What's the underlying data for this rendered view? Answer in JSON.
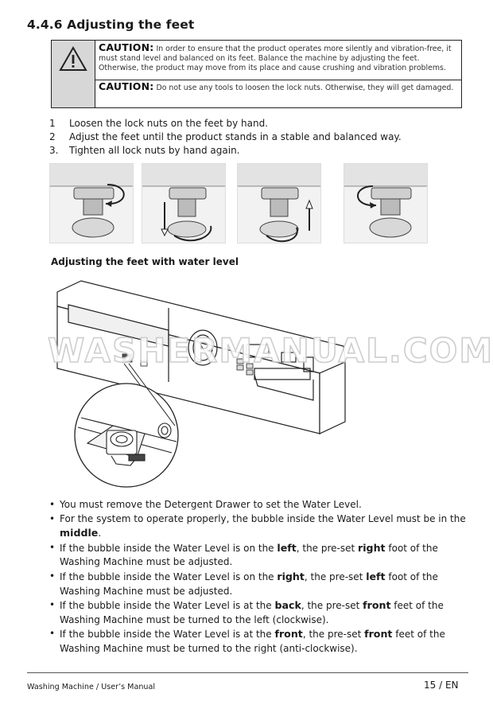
{
  "section_title": "4.4.6 Adjusting the feet",
  "cautions": [
    {
      "keyword": "CAUTION:",
      "text": "In order to ensure that the product operates more silently and vibration-free, it must stand level and balanced on its feet. Balance the machine by adjusting the feet. Otherwise, the product may move from its place and cause crushing and vibration problems."
    },
    {
      "keyword": "CAUTION:",
      "text": "Do not use any tools to loosen the lock nuts. Otherwise, they will get damaged."
    }
  ],
  "steps": [
    {
      "num": "1",
      "text": "Loosen the lock nuts on the feet by hand."
    },
    {
      "num": "2",
      "text": "Adjust the feet until the product stands in a stable and balanced way."
    },
    {
      "num": "3.",
      "text": "Tighten all lock nuts by hand again."
    }
  ],
  "subheading": "Adjusting the feet with water level",
  "watermark": "WASHERMANUAL.COM",
  "bullets": [
    [
      {
        "t": "You must remove the Detergent Drawer to set the Water Level."
      }
    ],
    [
      {
        "t": "For the system to operate properly, the bubble inside the Water Level must be in the "
      },
      {
        "t": "middle",
        "b": true
      },
      {
        "t": "."
      }
    ],
    [
      {
        "t": "If the bubble inside the Water Level is on the "
      },
      {
        "t": "left",
        "b": true
      },
      {
        "t": ", the pre-set "
      },
      {
        "t": "right",
        "b": true
      },
      {
        "t": " foot of the Washing Machine must be adjusted."
      }
    ],
    [
      {
        "t": "If the bubble inside the Water Level is on the "
      },
      {
        "t": "right",
        "b": true
      },
      {
        "t": ", the pre-set "
      },
      {
        "t": "left",
        "b": true
      },
      {
        "t": " foot of the Washing Machine must be adjusted."
      }
    ],
    [
      {
        "t": "If the bubble inside the Water Level is at the "
      },
      {
        "t": "back",
        "b": true
      },
      {
        "t": ", the pre-set "
      },
      {
        "t": "front",
        "b": true
      },
      {
        "t": " feet of the Washing Machine must be turned to the left (clockwise)."
      }
    ],
    [
      {
        "t": "If the bubble inside the Water Level is at the "
      },
      {
        "t": "front",
        "b": true
      },
      {
        "t": ", the pre-set "
      },
      {
        "t": "front",
        "b": true
      },
      {
        "t": " feet of the Washing Machine must be turned to the right (anti-clockwise)."
      }
    ]
  ],
  "footer": {
    "left": "Washing Machine / User’s Manual",
    "right": "15 / EN"
  }
}
